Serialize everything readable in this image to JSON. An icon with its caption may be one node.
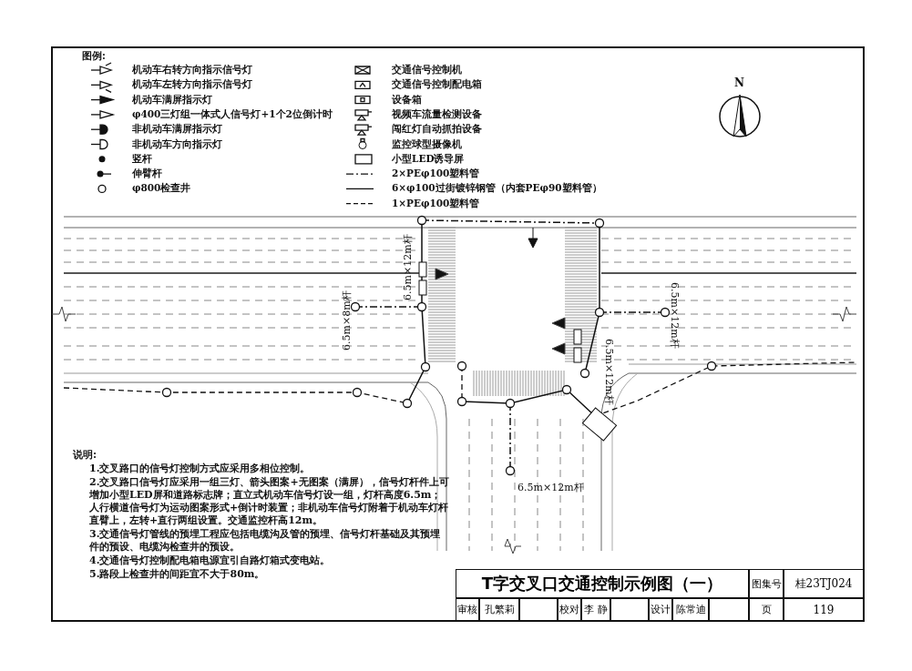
{
  "diagram": {
    "title": "T字交叉口交通控制示例图（一）",
    "labels": [
      "图例:",
      "N",
      "6.5m×12m杆",
      "6.5m×8m杆",
      "6.5m×12m杆",
      "6.5m×12m杆",
      "6.5m×12m杆",
      "说明:",
      "1.交叉路口的信号灯控制方式应采用多相位控制。",
      "2.交叉路口信号灯应采用一组三灯、箭头图案+无图案（满屏），信号灯杆件上可增加小型LED屏和道路标志牌；直立式机动车信号灯设一组，灯杆高度6.5m；人行横道信号灯为运动图案形式+倒计时装置；非机动车信号灯附着于机动车灯杆直臂上，左转+直行两组设置。交通监控杆高12m。",
      "3.交通信号灯管线的预埋工程应包括电缆沟及管的预埋、信号灯杆基础及其预埋件的预设、电缆沟检查井的预设。",
      "4.交通信号灯控制配电箱电源宜引自路灯箱式变电站。",
      "5.路段上检查井的间距宜不大于80m。",
      "图集号",
      "桂23TJ024",
      "审核",
      "孔繁莉",
      "校对",
      "李 静",
      "设计",
      "陈常迪",
      "页",
      "119"
    ],
    "legend": [
      {
        "text": "机动车右转方向指示信号灯"
      },
      {
        "text": "机动车左转方向指示信号灯"
      },
      {
        "text": "机动车满屏指示灯"
      },
      {
        "text": "φ400三灯组一体式人信号灯+1个2位倒计时"
      },
      {
        "text": "非机动车满屏指示灯"
      },
      {
        "text": "非机动车方向指示灯"
      },
      {
        "text": "竖杆"
      },
      {
        "text": "伸臂杆"
      },
      {
        "text": "φ800检查井"
      },
      {
        "text": "交通信号控制机"
      },
      {
        "text": "交通信号控制配电箱"
      },
      {
        "text": "设备箱"
      },
      {
        "text": "视频车流量检测设备"
      },
      {
        "text": "闯红灯自动抓拍设备"
      },
      {
        "text": "监控球型摄像机"
      },
      {
        "text": "小型LED诱导屏"
      },
      {
        "text": "2×PEφ100塑料管"
      },
      {
        "text": "6×φ100过街镀锌钢管（内套PEφ90塑料管）"
      },
      {
        "text": "1×PEφ100塑料管"
      }
    ]
  }
}
